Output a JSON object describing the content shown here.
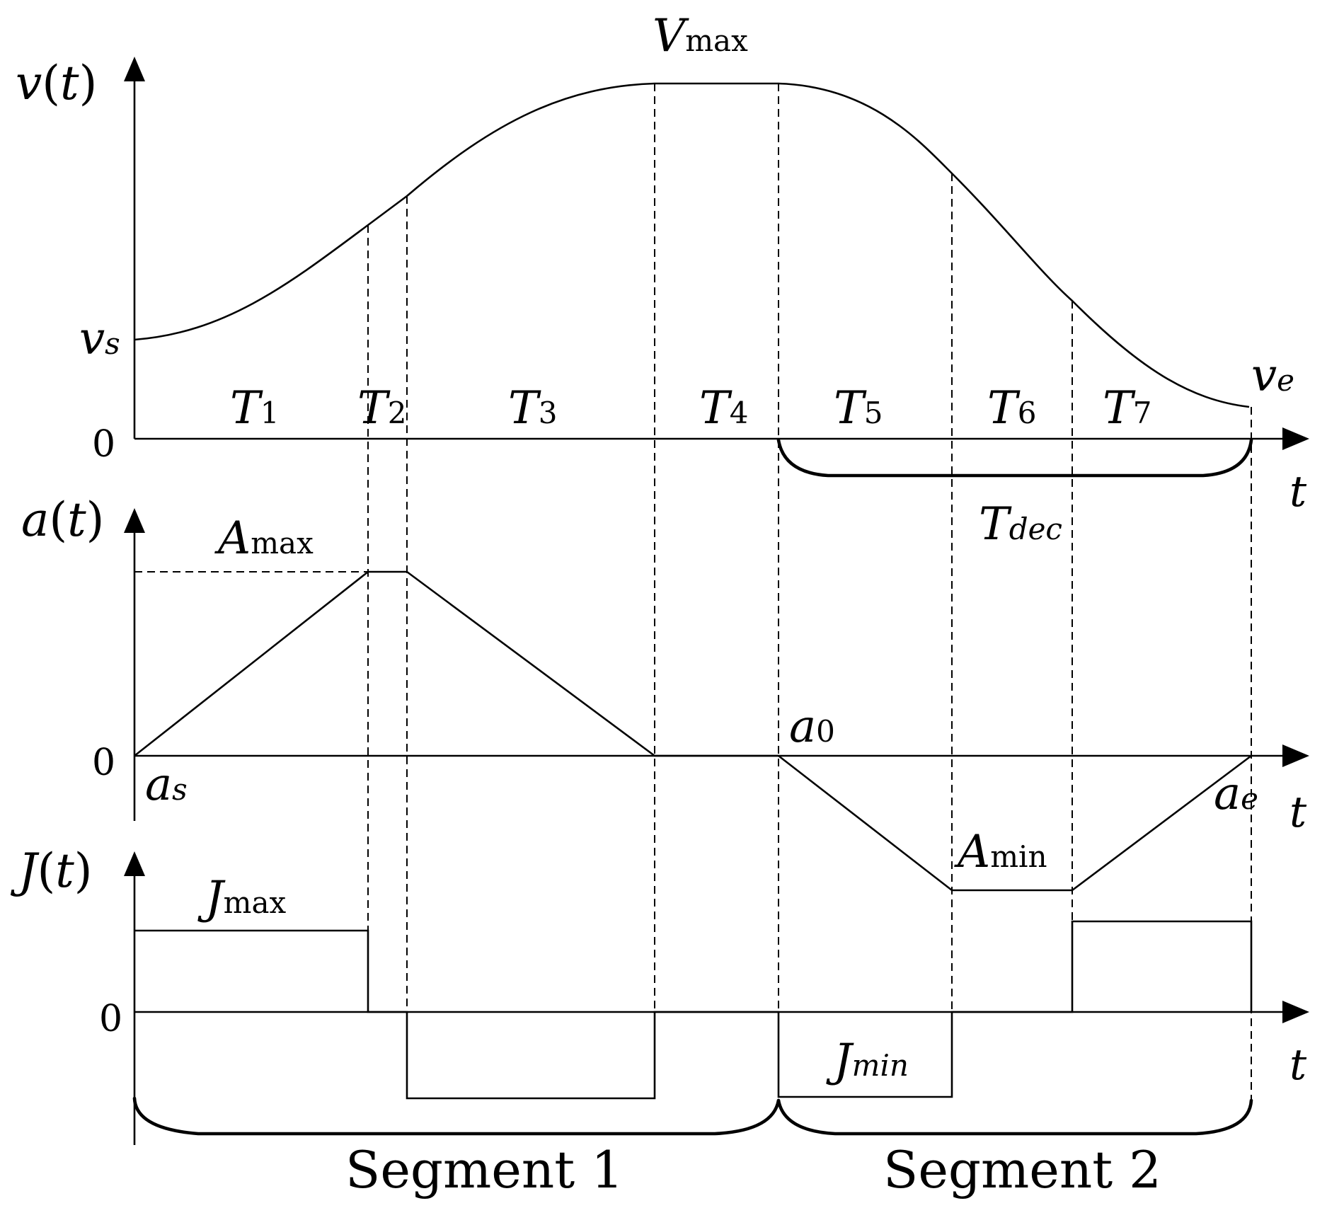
{
  "velocity_panel": {
    "ylabel": "v(t)",
    "zero": "0",
    "xlabel": "t",
    "vmax": {
      "main": "V",
      "sub": "max"
    },
    "vs": {
      "main": "v",
      "sub": "s"
    },
    "ve": {
      "main": "v",
      "sub": "e"
    },
    "phases": [
      {
        "main": "T",
        "sub": "1"
      },
      {
        "main": "T",
        "sub": "2"
      },
      {
        "main": "T",
        "sub": "3"
      },
      {
        "main": "T",
        "sub": "4"
      },
      {
        "main": "T",
        "sub": "5"
      },
      {
        "main": "T",
        "sub": "6"
      },
      {
        "main": "T",
        "sub": "7"
      }
    ],
    "tdec": {
      "main": "T",
      "sub": "dec"
    }
  },
  "acceleration_panel": {
    "ylabel": "a(t)",
    "zero": "0",
    "xlabel": "t",
    "amax": {
      "main": "A",
      "sub": "max"
    },
    "amin": {
      "main": "A",
      "sub": "min"
    },
    "as": {
      "main": "a",
      "sub": "s"
    },
    "a0": {
      "main": "a",
      "sub": "0"
    },
    "ae": {
      "main": "a",
      "sub": "e"
    }
  },
  "jerk_panel": {
    "ylabel": "J(t)",
    "zero": "0",
    "xlabel": "t",
    "jmax": {
      "main": "J",
      "sub": "max"
    },
    "jmin": {
      "main": "J",
      "sub": "min"
    }
  },
  "segments": [
    "Segment 1",
    "Segment 2"
  ]
}
